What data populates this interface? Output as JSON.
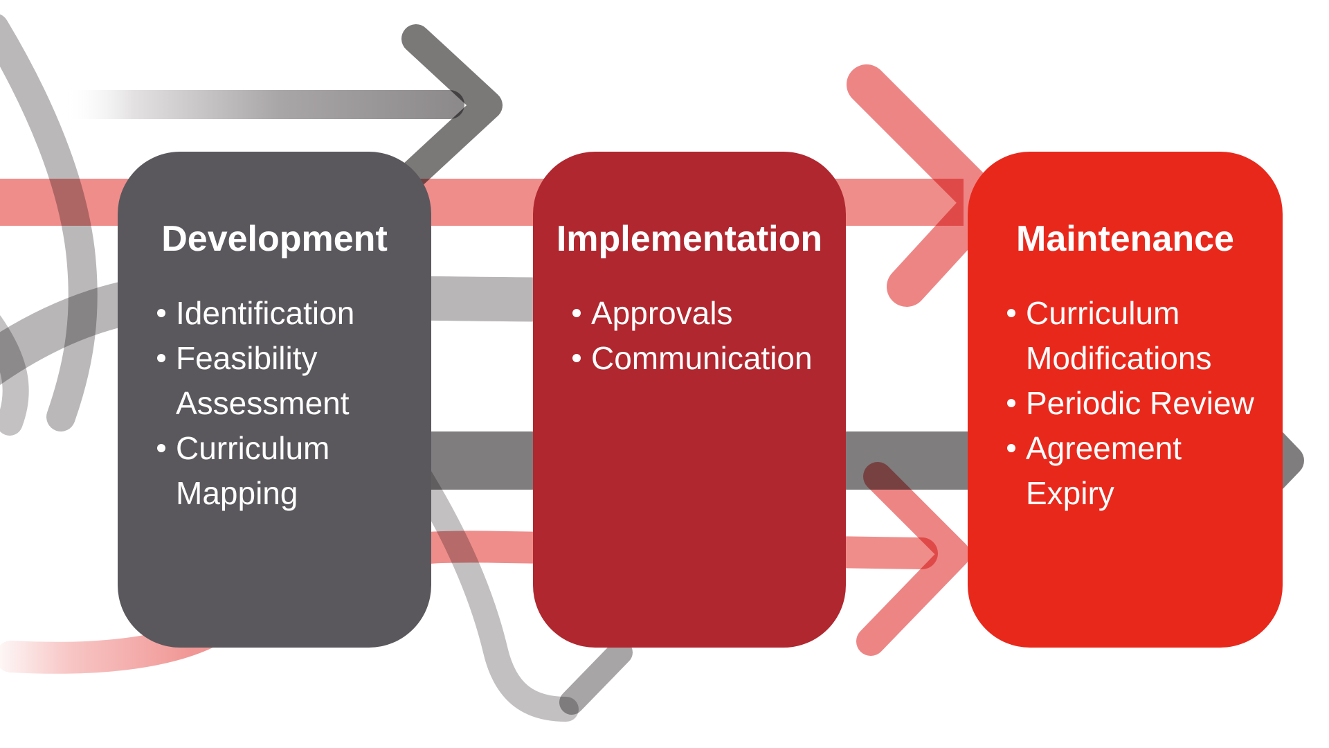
{
  "stages": [
    {
      "title": "Development",
      "lines": [
        {
          "text": "Identification",
          "bullet": true
        },
        {
          "text": "Feasibility",
          "bullet": true
        },
        {
          "text": "Assessment",
          "bullet": false
        },
        {
          "text": "Curriculum",
          "bullet": true
        },
        {
          "text": "Mapping",
          "bullet": false
        }
      ]
    },
    {
      "title": "Implementation",
      "lines": [
        {
          "text": "Approvals",
          "bullet": true
        },
        {
          "text": "Communication",
          "bullet": true
        }
      ]
    },
    {
      "title": "Maintenance",
      "lines": [
        {
          "text": "Curriculum",
          "bullet": true
        },
        {
          "text": "Modifications",
          "bullet": false
        },
        {
          "text": "Periodic Review",
          "bullet": true
        },
        {
          "text": "Agreement",
          "bullet": true
        },
        {
          "text": "Expiry",
          "bullet": false
        }
      ]
    }
  ],
  "background_arrows": [
    {
      "name": "gray-outline-arrow-top",
      "direction": "right"
    },
    {
      "name": "pink-arrow-upper",
      "direction": "right"
    },
    {
      "name": "pink-arrow-lower",
      "direction": "right"
    },
    {
      "name": "gray-band-arrow",
      "direction": "right"
    },
    {
      "name": "gray-ribbon-left",
      "direction": "down"
    },
    {
      "name": "gray-ribbon-horizontal",
      "direction": "right"
    },
    {
      "name": "gray-swoosh-bottom",
      "direction": "down-right"
    }
  ],
  "colors": {
    "stage1": "#5b585d",
    "stage2": "#b0272f",
    "stage3": "#e9281c",
    "pink": "#ef8d8b",
    "pink2": "#ee8585",
    "grayband": "#7f7d7e",
    "arrowgray": "#7b7878",
    "ribbon": "#b4b2b3",
    "swoosh": "#c2c0c1",
    "upkick": "#a7a5a6",
    "text": "#ffffff"
  }
}
